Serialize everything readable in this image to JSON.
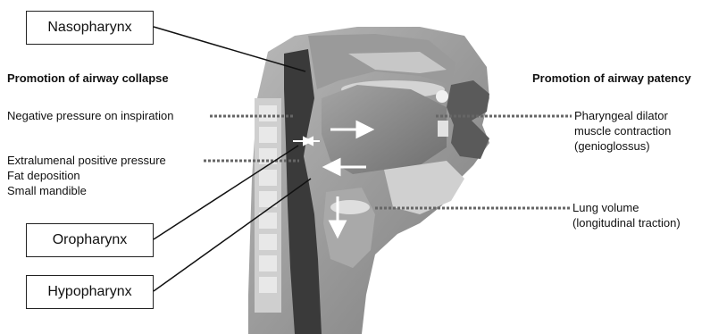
{
  "headings": {
    "left": "Promotion of airway collapse",
    "right": "Promotion of airway patency"
  },
  "regions": {
    "nasopharynx": "Nasopharynx",
    "oropharynx": "Oropharynx",
    "hypopharynx": "Hypopharynx"
  },
  "collapse_factors": {
    "negative_pressure": "Negative pressure on inspiration",
    "extralumenal": "Extralumenal positive pressure",
    "fat": "Fat deposition",
    "mandible": "Small mandible"
  },
  "patency_factors": {
    "dilator_line1": "Pharyngeal dilator",
    "dilator_line2": "muscle contraction",
    "dilator_line3": "(genioglossus)",
    "lung_line1": "Lung volume",
    "lung_line2": "(longitudinal traction)"
  },
  "colors": {
    "airway": "#3a3a3a",
    "tissue": "#8c8c8c",
    "bone": "#d8d8d8",
    "arrow": "#ffffff"
  }
}
